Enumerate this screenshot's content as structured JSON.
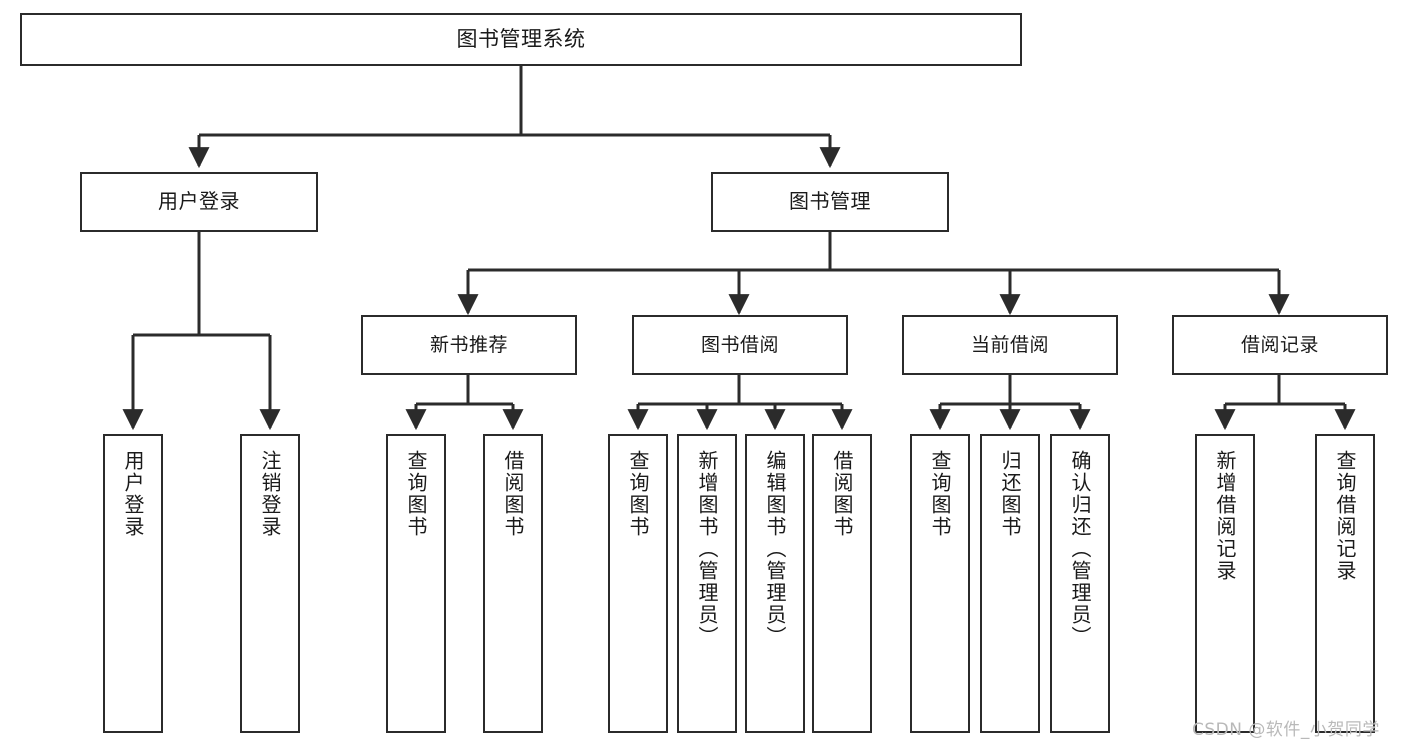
{
  "diagram": {
    "type": "tree-structure-chart",
    "title": "图书管理系统",
    "root": {
      "label": "图书管理系统"
    },
    "level2": [
      {
        "label": "用户登录"
      },
      {
        "label": "图书管理"
      }
    ],
    "level3": [
      {
        "label": "新书推荐"
      },
      {
        "label": "图书借阅"
      },
      {
        "label": "当前借阅"
      },
      {
        "label": "借阅记录"
      }
    ],
    "leaves": {
      "user_login": [
        {
          "label": "用户登录"
        },
        {
          "label": "注销登录"
        }
      ],
      "new_book_recommend": [
        {
          "label": "查询图书"
        },
        {
          "label": "借阅图书"
        }
      ],
      "book_borrow": [
        {
          "label": "查询图书"
        },
        {
          "label": "新增图书（管理员）"
        },
        {
          "label": "编辑图书（管理员）"
        },
        {
          "label": "借阅图书"
        }
      ],
      "current_borrow": [
        {
          "label": "查询图书"
        },
        {
          "label": "归还图书"
        },
        {
          "label": "确认归还（管理员）"
        }
      ],
      "borrow_record": [
        {
          "label": "新增借阅记录"
        },
        {
          "label": "查询借阅记录"
        }
      ]
    }
  },
  "watermark": {
    "text": "CSDN @软件_小贺同学"
  },
  "colors": {
    "border": "#2b2b2b",
    "background": "#ffffff",
    "text": "#1a1a1a",
    "watermark": "#b9b9b9"
  }
}
